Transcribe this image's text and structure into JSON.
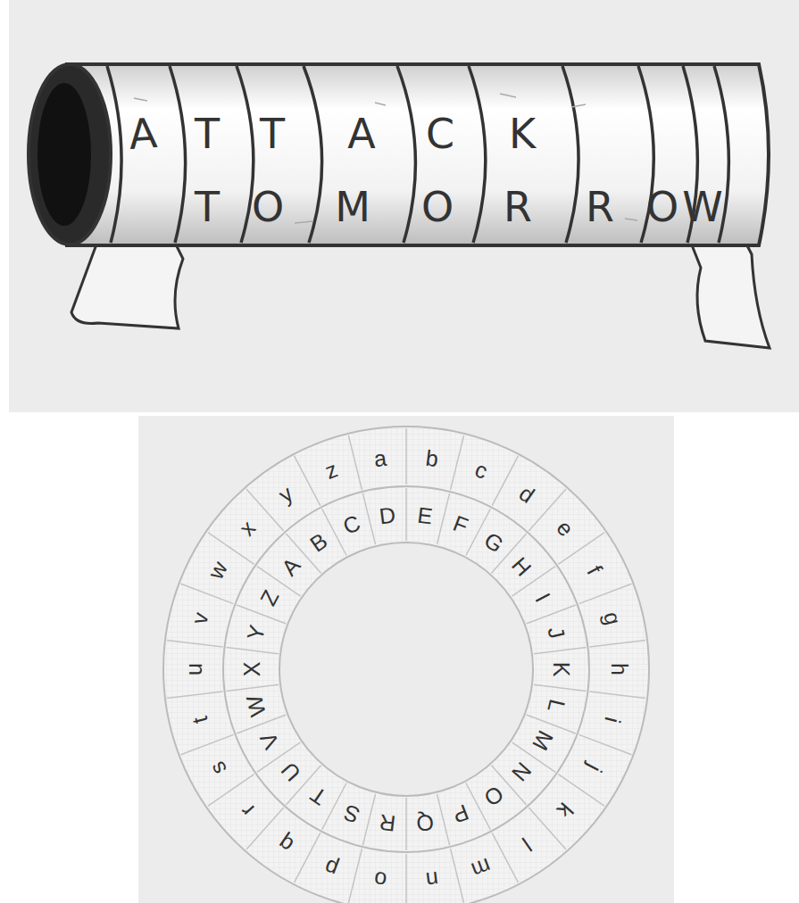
{
  "diagram": {
    "labels": [
      "A",
      "T",
      "T",
      "A",
      "C",
      "K",
      "T",
      "O",
      "M",
      "O",
      "R",
      "R",
      "O",
      "W",
      "a",
      "b",
      "c",
      "d",
      "e",
      "f",
      "g",
      "h",
      "i",
      "j",
      "k",
      "l",
      "m",
      "n",
      "o",
      "p",
      "q",
      "r",
      "s",
      "t",
      "u",
      "v",
      "w",
      "x",
      "y",
      "z",
      "A",
      "B",
      "C",
      "D",
      "E",
      "F",
      "G",
      "H",
      "I",
      "J",
      "K",
      "L",
      "M",
      "N",
      "O",
      "P",
      "Q",
      "R",
      "S",
      "T",
      "U",
      "V",
      "W",
      "X",
      "Y",
      "Z"
    ]
  }
}
